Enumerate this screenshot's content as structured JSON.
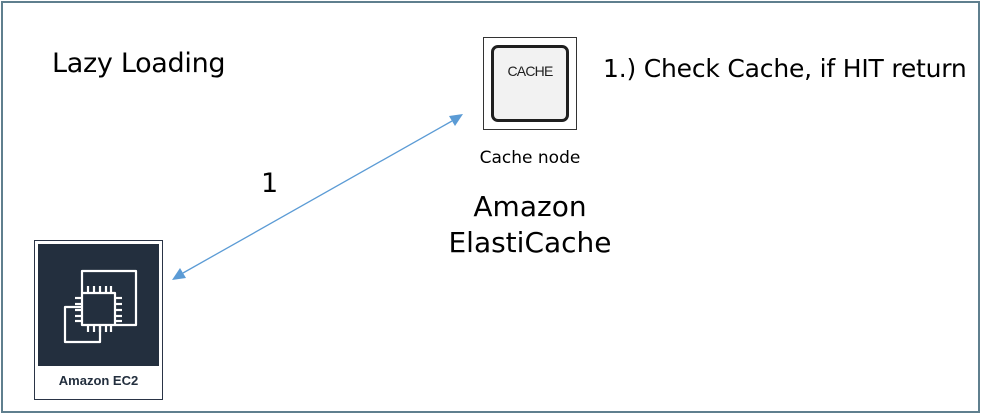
{
  "diagram": {
    "title": "Lazy Loading",
    "step_text": "1.) Check Cache, if HIT return",
    "arrow_label": "1"
  },
  "cache_node": {
    "icon_text": "CACHE",
    "caption": "Cache node",
    "service_line1": "Amazon",
    "service_line2": "ElastiCache"
  },
  "ec2": {
    "label": "Amazon EC2"
  },
  "colors": {
    "frame": "#5f7f8e",
    "arrow": "#5b9bd5",
    "ec2_background": "#232f3e"
  }
}
